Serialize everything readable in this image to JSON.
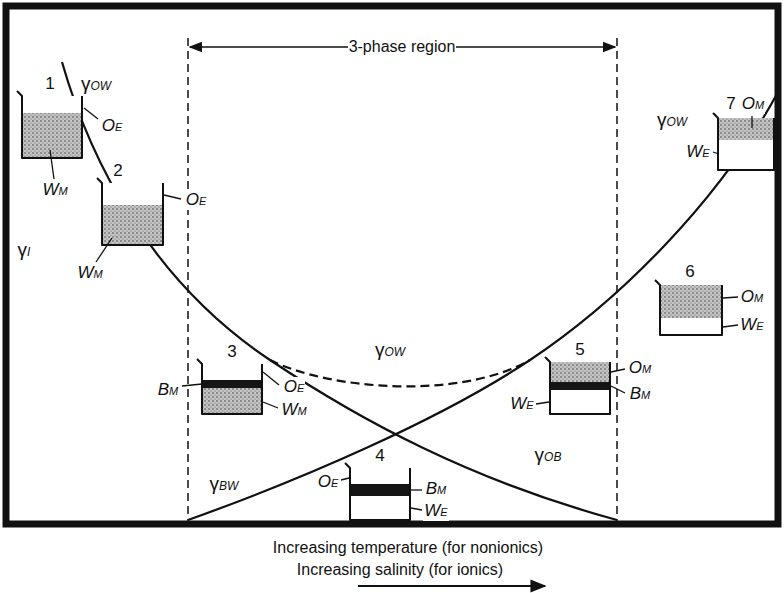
{
  "diagram": {
    "labels": [
      "3-phase region",
      "γI",
      "γOW",
      "γOW",
      "γOW",
      "γOB",
      "γBW",
      "1",
      "OE",
      "WM",
      "2",
      "OE",
      "WM",
      "3",
      "BM",
      "OE",
      "WM",
      "4",
      "OE",
      "BM",
      "WE",
      "5",
      "OM",
      "WE",
      "BM",
      "6",
      "OM",
      "WE",
      "7",
      "OM",
      "WE",
      "Increasing temperature (for nonionics)",
      "Increasing salinity (for ionics)"
    ]
  }
}
